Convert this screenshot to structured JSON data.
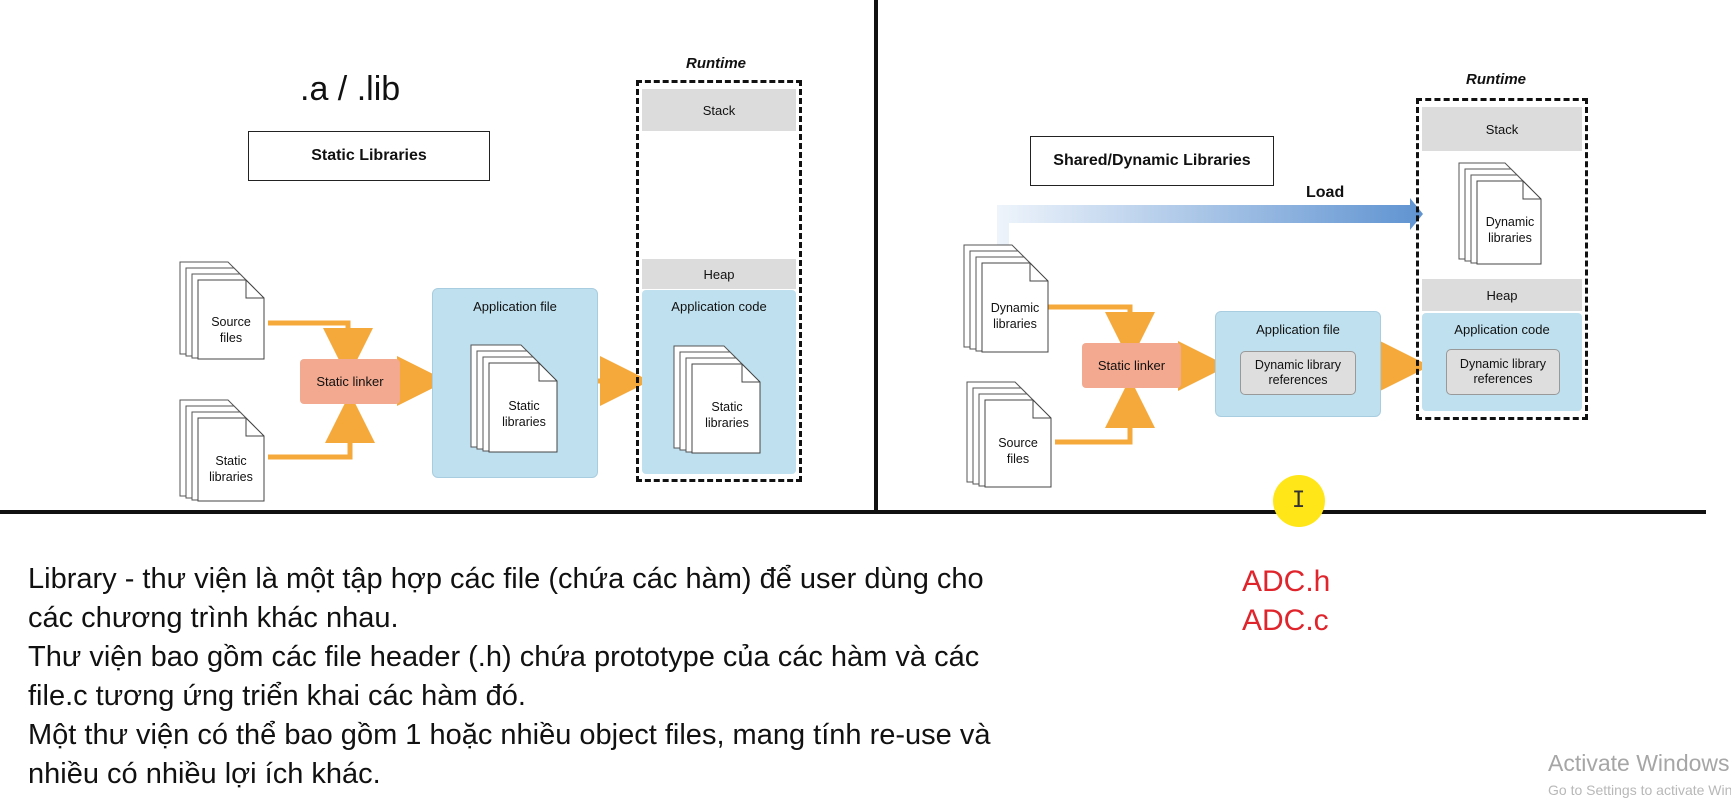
{
  "left_panel": {
    "heading": ".a / .lib",
    "label": "Static Libraries",
    "inputs": {
      "source_files": "Source files",
      "static_libraries": "Static libraries"
    },
    "linker": "Static linker",
    "app_file": {
      "title": "Application file",
      "content": "Static libraries"
    },
    "runtime": {
      "label": "Runtime",
      "stack": "Stack",
      "heap": "Heap",
      "app_code": {
        "title": "Application code",
        "content": "Static libraries"
      }
    }
  },
  "right_panel": {
    "label": "Shared/Dynamic Libraries",
    "load": "Load",
    "inputs": {
      "dynamic_libraries": "Dynamic libraries",
      "source_files": "Source files"
    },
    "linker": "Static linker",
    "app_file": {
      "title": "Application file",
      "content": "Dynamic library references"
    },
    "runtime": {
      "label": "Runtime",
      "stack": "Stack",
      "dynamic_libraries": "Dynamic libraries",
      "heap": "Heap",
      "app_code": {
        "title": "Application code",
        "content": "Dynamic library references"
      }
    }
  },
  "notes": {
    "lines": [
      "Library - thư viện là một tập hợp các file (chứa các hàm) để user dùng cho",
      "các chương trình khác nhau.",
      "Thư viện bao gồm các file header (.h) chứa prototype của các hàm và các",
      "file.c tương ứng triển khai các hàm đó.",
      "Một thư viện có thể bao gồm 1 hoặc nhiều object files, mang tính re-use và",
      "nhiều có nhiều lợi ích khác."
    ],
    "files": [
      "ADC.h",
      "ADC.c"
    ]
  },
  "watermark": {
    "title": "Activate Windows",
    "subtitle": "Go to Settings to activate Windows."
  },
  "colors": {
    "arrow": "#f5a93a",
    "linker": "#f2a98f",
    "panel_blue": "#bfe0ee",
    "memory_grey": "#dcdcdc",
    "load_arrow": "#6f9fd6",
    "highlight": "#e0242c",
    "cursor": "#ffe619"
  }
}
